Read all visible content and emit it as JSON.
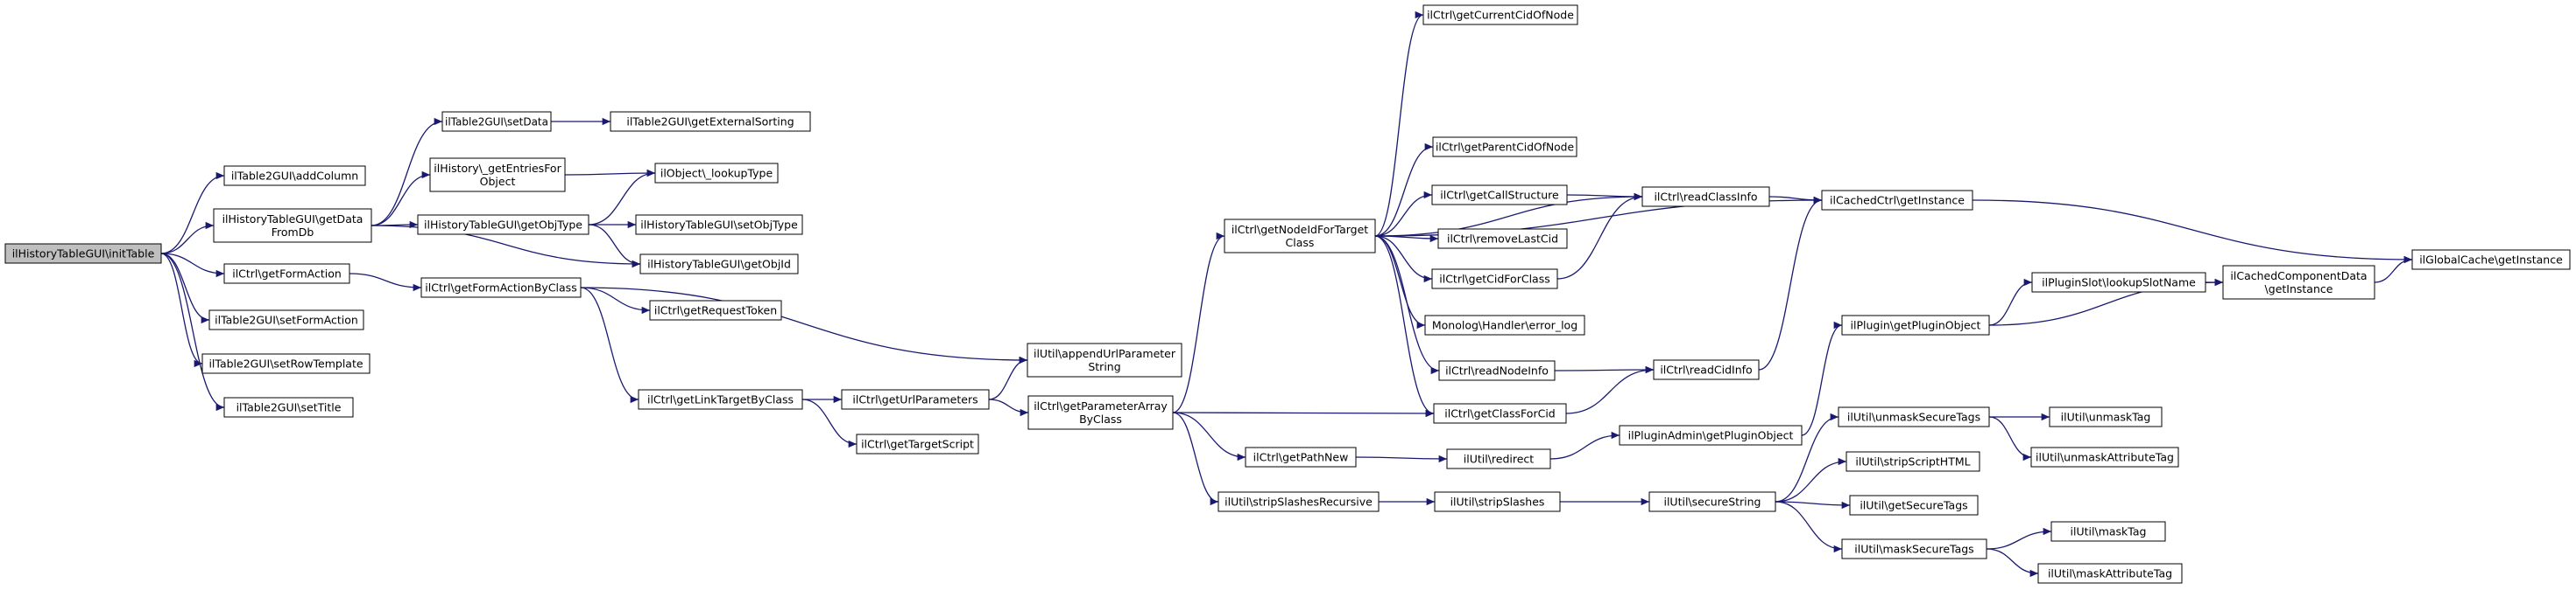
{
  "diagram": {
    "type": "call-graph",
    "colors": {
      "edge": "#191970",
      "root_fill": "#bfbfbf",
      "node_fill": "#ffffff",
      "node_border": "#000000"
    },
    "nodes": [
      {
        "id": "n0",
        "lines": [
          "ilHistoryTableGUI\\initTable"
        ],
        "root": true
      },
      {
        "id": "n1",
        "lines": [
          "ilTable2GUI\\addColumn"
        ]
      },
      {
        "id": "n2",
        "lines": [
          "ilHistoryTableGUI\\getData",
          "FromDb"
        ]
      },
      {
        "id": "n3",
        "lines": [
          "ilCtrl\\getFormAction"
        ]
      },
      {
        "id": "n4",
        "lines": [
          "ilTable2GUI\\setFormAction"
        ]
      },
      {
        "id": "n5",
        "lines": [
          "ilTable2GUI\\setRowTemplate"
        ]
      },
      {
        "id": "n6",
        "lines": [
          "ilTable2GUI\\setTitle"
        ]
      },
      {
        "id": "n7",
        "lines": [
          "ilTable2GUI\\setData"
        ]
      },
      {
        "id": "n8",
        "lines": [
          "ilHistory\\_getEntriesFor",
          "Object"
        ]
      },
      {
        "id": "n9",
        "lines": [
          "ilHistoryTableGUI\\getObjType"
        ]
      },
      {
        "id": "n10",
        "lines": [
          "ilHistoryTableGUI\\getObjId"
        ]
      },
      {
        "id": "n11",
        "lines": [
          "ilTable2GUI\\getExternalSorting"
        ]
      },
      {
        "id": "n12",
        "lines": [
          "ilObject\\_lookupType"
        ]
      },
      {
        "id": "n13",
        "lines": [
          "ilHistoryTableGUI\\setObjType"
        ]
      },
      {
        "id": "n14",
        "lines": [
          "ilCtrl\\getFormActionByClass"
        ]
      },
      {
        "id": "n15",
        "lines": [
          "ilCtrl\\getRequestToken"
        ]
      },
      {
        "id": "n16",
        "lines": [
          "ilCtrl\\getLinkTargetByClass"
        ]
      },
      {
        "id": "n17",
        "lines": [
          "ilUtil\\appendUrlParameter",
          "String"
        ]
      },
      {
        "id": "n18",
        "lines": [
          "ilCtrl\\getUrlParameters"
        ]
      },
      {
        "id": "n19",
        "lines": [
          "ilCtrl\\getTargetScript"
        ]
      },
      {
        "id": "n20",
        "lines": [
          "ilCtrl\\getParameterArray",
          "ByClass"
        ]
      },
      {
        "id": "n21",
        "lines": [
          "ilCtrl\\getNodeIdForTarget",
          "Class"
        ]
      },
      {
        "id": "n22",
        "lines": [
          "ilCtrl\\getPathNew"
        ]
      },
      {
        "id": "n23",
        "lines": [
          "ilUtil\\stripSlashesRecursive"
        ]
      },
      {
        "id": "n24",
        "lines": [
          "ilCtrl\\getCurrentCidOfNode"
        ]
      },
      {
        "id": "n25",
        "lines": [
          "ilCtrl\\getParentCidOfNode"
        ]
      },
      {
        "id": "n26",
        "lines": [
          "ilCtrl\\getCallStructure"
        ]
      },
      {
        "id": "n27",
        "lines": [
          "ilCtrl\\removeLastCid"
        ]
      },
      {
        "id": "n28",
        "lines": [
          "ilCtrl\\getCidForClass"
        ]
      },
      {
        "id": "n29",
        "lines": [
          "Monolog\\Handler\\error_log"
        ]
      },
      {
        "id": "n30",
        "lines": [
          "ilCtrl\\readNodeInfo"
        ]
      },
      {
        "id": "n31",
        "lines": [
          "ilCtrl\\getClassForCid"
        ]
      },
      {
        "id": "n32",
        "lines": [
          "ilUtil\\redirect"
        ]
      },
      {
        "id": "n33",
        "lines": [
          "ilUtil\\stripSlashes"
        ]
      },
      {
        "id": "n34",
        "lines": [
          "ilCtrl\\readClassInfo"
        ]
      },
      {
        "id": "n35",
        "lines": [
          "ilCtrl\\readCidInfo"
        ]
      },
      {
        "id": "n36",
        "lines": [
          "ilPluginAdmin\\getPluginObject"
        ]
      },
      {
        "id": "n37",
        "lines": [
          "ilUtil\\secureString"
        ]
      },
      {
        "id": "n38",
        "lines": [
          "ilCachedCtrl\\getInstance"
        ]
      },
      {
        "id": "n39",
        "lines": [
          "ilPlugin\\getPluginObject"
        ]
      },
      {
        "id": "n40",
        "lines": [
          "ilUtil\\unmaskSecureTags"
        ]
      },
      {
        "id": "n41",
        "lines": [
          "ilUtil\\stripScriptHTML"
        ]
      },
      {
        "id": "n42",
        "lines": [
          "ilUtil\\getSecureTags"
        ]
      },
      {
        "id": "n43",
        "lines": [
          "ilUtil\\maskSecureTags"
        ]
      },
      {
        "id": "n44",
        "lines": [
          "ilPluginSlot\\lookupSlotName"
        ]
      },
      {
        "id": "n45",
        "lines": [
          "ilCachedComponentData",
          "\\getInstance"
        ]
      },
      {
        "id": "n46",
        "lines": [
          "ilUtil\\unmaskTag"
        ]
      },
      {
        "id": "n47",
        "lines": [
          "ilUtil\\unmaskAttributeTag"
        ]
      },
      {
        "id": "n48",
        "lines": [
          "ilUtil\\maskTag"
        ]
      },
      {
        "id": "n49",
        "lines": [
          "ilUtil\\maskAttributeTag"
        ]
      },
      {
        "id": "n50",
        "lines": [
          "ilGlobalCache\\getInstance"
        ]
      }
    ],
    "edges": [
      [
        "n0",
        "n1"
      ],
      [
        "n0",
        "n2"
      ],
      [
        "n0",
        "n3"
      ],
      [
        "n0",
        "n4"
      ],
      [
        "n0",
        "n5"
      ],
      [
        "n0",
        "n6"
      ],
      [
        "n2",
        "n7"
      ],
      [
        "n2",
        "n8"
      ],
      [
        "n2",
        "n9"
      ],
      [
        "n2",
        "n10"
      ],
      [
        "n7",
        "n11"
      ],
      [
        "n8",
        "n12"
      ],
      [
        "n9",
        "n12"
      ],
      [
        "n9",
        "n13"
      ],
      [
        "n9",
        "n10"
      ],
      [
        "n3",
        "n14"
      ],
      [
        "n14",
        "n15"
      ],
      [
        "n14",
        "n16"
      ],
      [
        "n14",
        "n17"
      ],
      [
        "n16",
        "n18"
      ],
      [
        "n16",
        "n19"
      ],
      [
        "n18",
        "n17"
      ],
      [
        "n18",
        "n20"
      ],
      [
        "n20",
        "n21"
      ],
      [
        "n20",
        "n22"
      ],
      [
        "n20",
        "n23"
      ],
      [
        "n20",
        "n31"
      ],
      [
        "n21",
        "n24"
      ],
      [
        "n21",
        "n25"
      ],
      [
        "n21",
        "n26"
      ],
      [
        "n21",
        "n27"
      ],
      [
        "n21",
        "n28"
      ],
      [
        "n21",
        "n29"
      ],
      [
        "n21",
        "n30"
      ],
      [
        "n21",
        "n31"
      ],
      [
        "n21",
        "n34"
      ],
      [
        "n21",
        "n38"
      ],
      [
        "n26",
        "n34"
      ],
      [
        "n28",
        "n34"
      ],
      [
        "n30",
        "n35"
      ],
      [
        "n31",
        "n35"
      ],
      [
        "n34",
        "n38"
      ],
      [
        "n35",
        "n38"
      ],
      [
        "n38",
        "n50"
      ],
      [
        "n22",
        "n32"
      ],
      [
        "n32",
        "n36"
      ],
      [
        "n36",
        "n39"
      ],
      [
        "n39",
        "n44"
      ],
      [
        "n39",
        "n45"
      ],
      [
        "n44",
        "n45"
      ],
      [
        "n45",
        "n50"
      ],
      [
        "n23",
        "n33"
      ],
      [
        "n33",
        "n37"
      ],
      [
        "n37",
        "n40"
      ],
      [
        "n37",
        "n41"
      ],
      [
        "n37",
        "n42"
      ],
      [
        "n37",
        "n43"
      ],
      [
        "n40",
        "n46"
      ],
      [
        "n40",
        "n47"
      ],
      [
        "n43",
        "n48"
      ],
      [
        "n43",
        "n49"
      ]
    ]
  }
}
